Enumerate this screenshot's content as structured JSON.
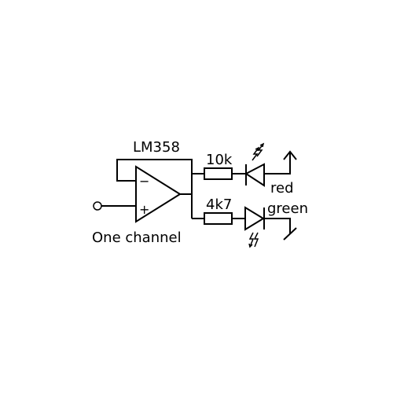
{
  "chip_label": "LM358",
  "input_minus": "−",
  "input_plus": "+",
  "resistor_top_value": "10k",
  "resistor_bottom_value": "4k7",
  "led_top_label": "red",
  "led_bottom_label": "green",
  "caption": "One channel",
  "colors": {
    "ink": "#000000",
    "background": "#ffffff"
  }
}
